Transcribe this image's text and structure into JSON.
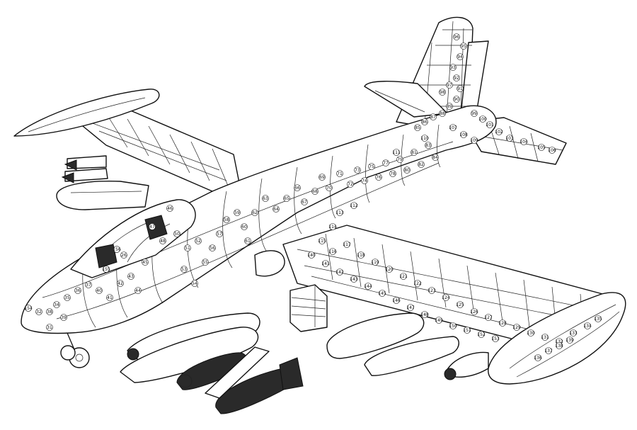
{
  "callouts": [
    "5",
    "23",
    "24",
    "26",
    "31",
    "32",
    "34",
    "35",
    "36",
    "37",
    "38",
    "39",
    "40",
    "41",
    "42",
    "43",
    "44",
    "45",
    "46",
    "47",
    "48",
    "50",
    "51",
    "52",
    "53",
    "54",
    "55",
    "56",
    "57",
    "58",
    "59",
    "60",
    "61",
    "62",
    "63",
    "64",
    "65",
    "66",
    "67",
    "68",
    "69",
    "70",
    "71",
    "72",
    "73",
    "74",
    "75",
    "76",
    "77",
    "78",
    "79",
    "80",
    "81",
    "82",
    "83",
    "84",
    "85",
    "86",
    "87",
    "88",
    "89",
    "90",
    "91",
    "92",
    "93",
    "94",
    "95",
    "96",
    "97",
    "98",
    "99",
    "100",
    "101",
    "102",
    "103",
    "104",
    "105",
    "106",
    "107",
    "108",
    "109",
    "110",
    "111",
    "112",
    "113",
    "114",
    "115",
    "116",
    "117",
    "118",
    "119",
    "120",
    "121",
    "122",
    "123",
    "124",
    "125",
    "126",
    "127",
    "128",
    "129",
    "130",
    "131",
    "132",
    "133",
    "134",
    "135",
    "136",
    "137",
    "138",
    "139",
    "140",
    "141",
    "142",
    "143",
    "144",
    "145",
    "146",
    "147",
    "148",
    "149",
    "150",
    "151",
    "152",
    "153",
    "154",
    "155",
    "156"
  ],
  "legend": []
}
